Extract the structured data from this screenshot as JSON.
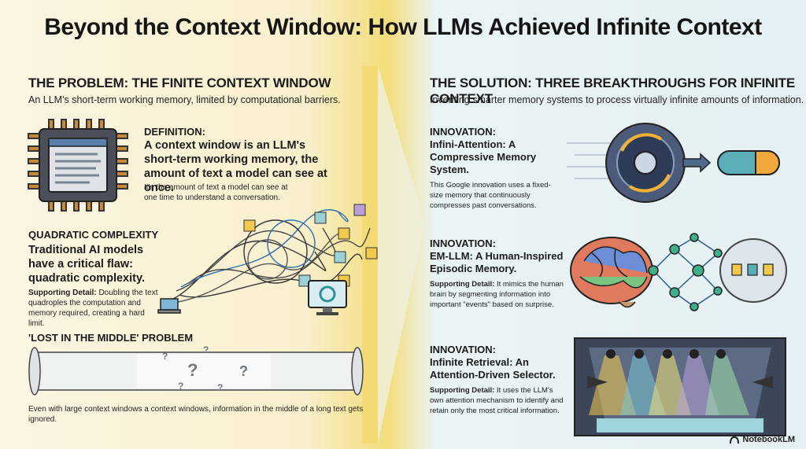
{
  "title": "Beyond the Context Window: How LLMs Achieved Infinite Context",
  "problem": {
    "heading": "THE PROBLEM: THE FINITE CONTEXT WINDOW",
    "subheading": "An LLM's short-term working memory, limited by computational barriers.",
    "definition": {
      "label": "DEFINITION:",
      "text": "A context window is an LLM's short-term working memory, the amount of text a model can see at once.",
      "detail": "It's the amount of text a model can see at one time to understand a conversation."
    },
    "quadratic": {
      "label": "QUADRATIC COMPLEXITY",
      "text": "Traditional AI models have a critical flaw: quadratic complexity.",
      "detail_label": "Supporting Detail:",
      "detail": "Doubling the text quadroples the computation and memory required, creating a hard limit."
    },
    "lost": {
      "label": "'LOST IN THE MIDDLE' PROBLEM",
      "detail": "Even with large context windows a context windows, information in the middle of a long text gets ignored."
    }
  },
  "solution": {
    "heading": "THE SOLUTION: THREE BREAKTHROUGHS FOR INFINITE CONTEXT",
    "subheading": "Inventing smarter memory systems to process virtually infinite amounts of information.",
    "items": [
      {
        "label": "INNOVATION:",
        "title": "Infini-Attention: A Compressive Memory System.",
        "detail_label": "",
        "detail": "This Google innovation uses a fixed-size memory that continuously compresses past conversations."
      },
      {
        "label": "INNOVATION:",
        "title": "EM-LLM: A Human-Inspired Episodic Memory.",
        "detail_label": "Supporting Detail:",
        "detail": "It mimics the human brain by segmenting information into important \"events\" based on surprise."
      },
      {
        "label": "INNOVATION:",
        "title": "Infinite Retrieval: An Attention-Driven Selector.",
        "detail_label": "Supporting Detail:",
        "detail": "It uses the LLM's own attention mechanism to identify and retain only the most critical information."
      }
    ]
  },
  "footer": {
    "brand": "NotebookLM"
  },
  "icons": [
    "cpu-chip-icon",
    "tangled-lines-icon",
    "laptop-icon",
    "computer-icon",
    "scroll-icon",
    "question-mark-icon",
    "compression-disc-icon",
    "memory-capsule-icon",
    "brain-icon",
    "neural-network-icon",
    "spotlight-stage-icon",
    "notebooklm-logo-icon"
  ],
  "colors": {
    "accent_yellow": "#f2c94c",
    "teal": "#2f8f9d",
    "dark": "#1c1c1c"
  }
}
